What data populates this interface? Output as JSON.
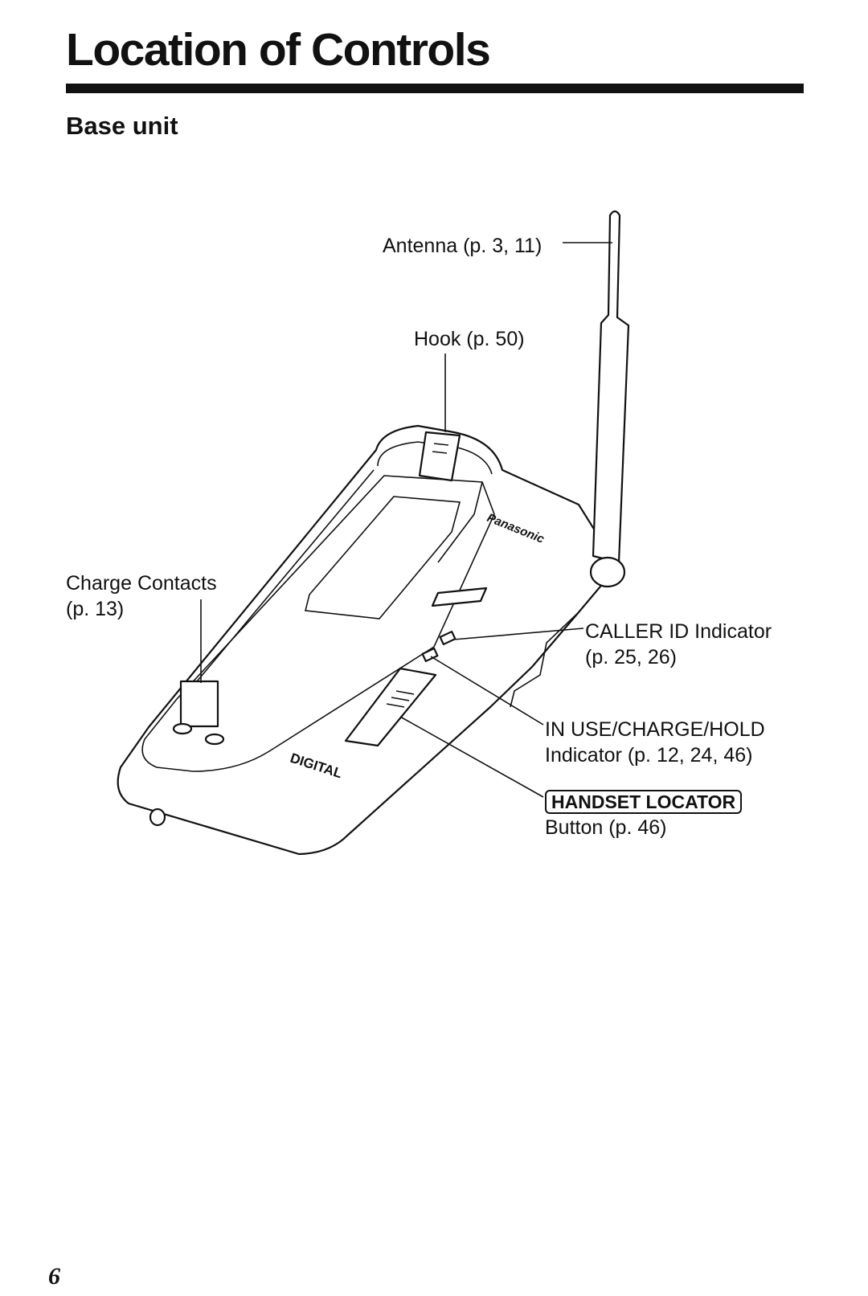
{
  "page": {
    "title": "Location of Controls",
    "section": "Base unit",
    "page_number": "6"
  },
  "callouts": {
    "antenna": "Antenna (p. 3, 11)",
    "hook": "Hook (p. 50)",
    "charge_contacts_line1": "Charge Contacts",
    "charge_contacts_line2": "(p. 13)",
    "caller_id_line1": "CALLER ID Indicator",
    "caller_id_line2": "(p. 25, 26)",
    "in_use_line1": "IN USE/CHARGE/HOLD",
    "in_use_line2": "Indicator (p. 12, 24, 46)",
    "handset_locator_key": "HANDSET LOCATOR",
    "handset_locator_line2": "Button (p. 46)"
  },
  "device_markings": {
    "brand": "Panasonic",
    "badge": "DIGITAL"
  }
}
